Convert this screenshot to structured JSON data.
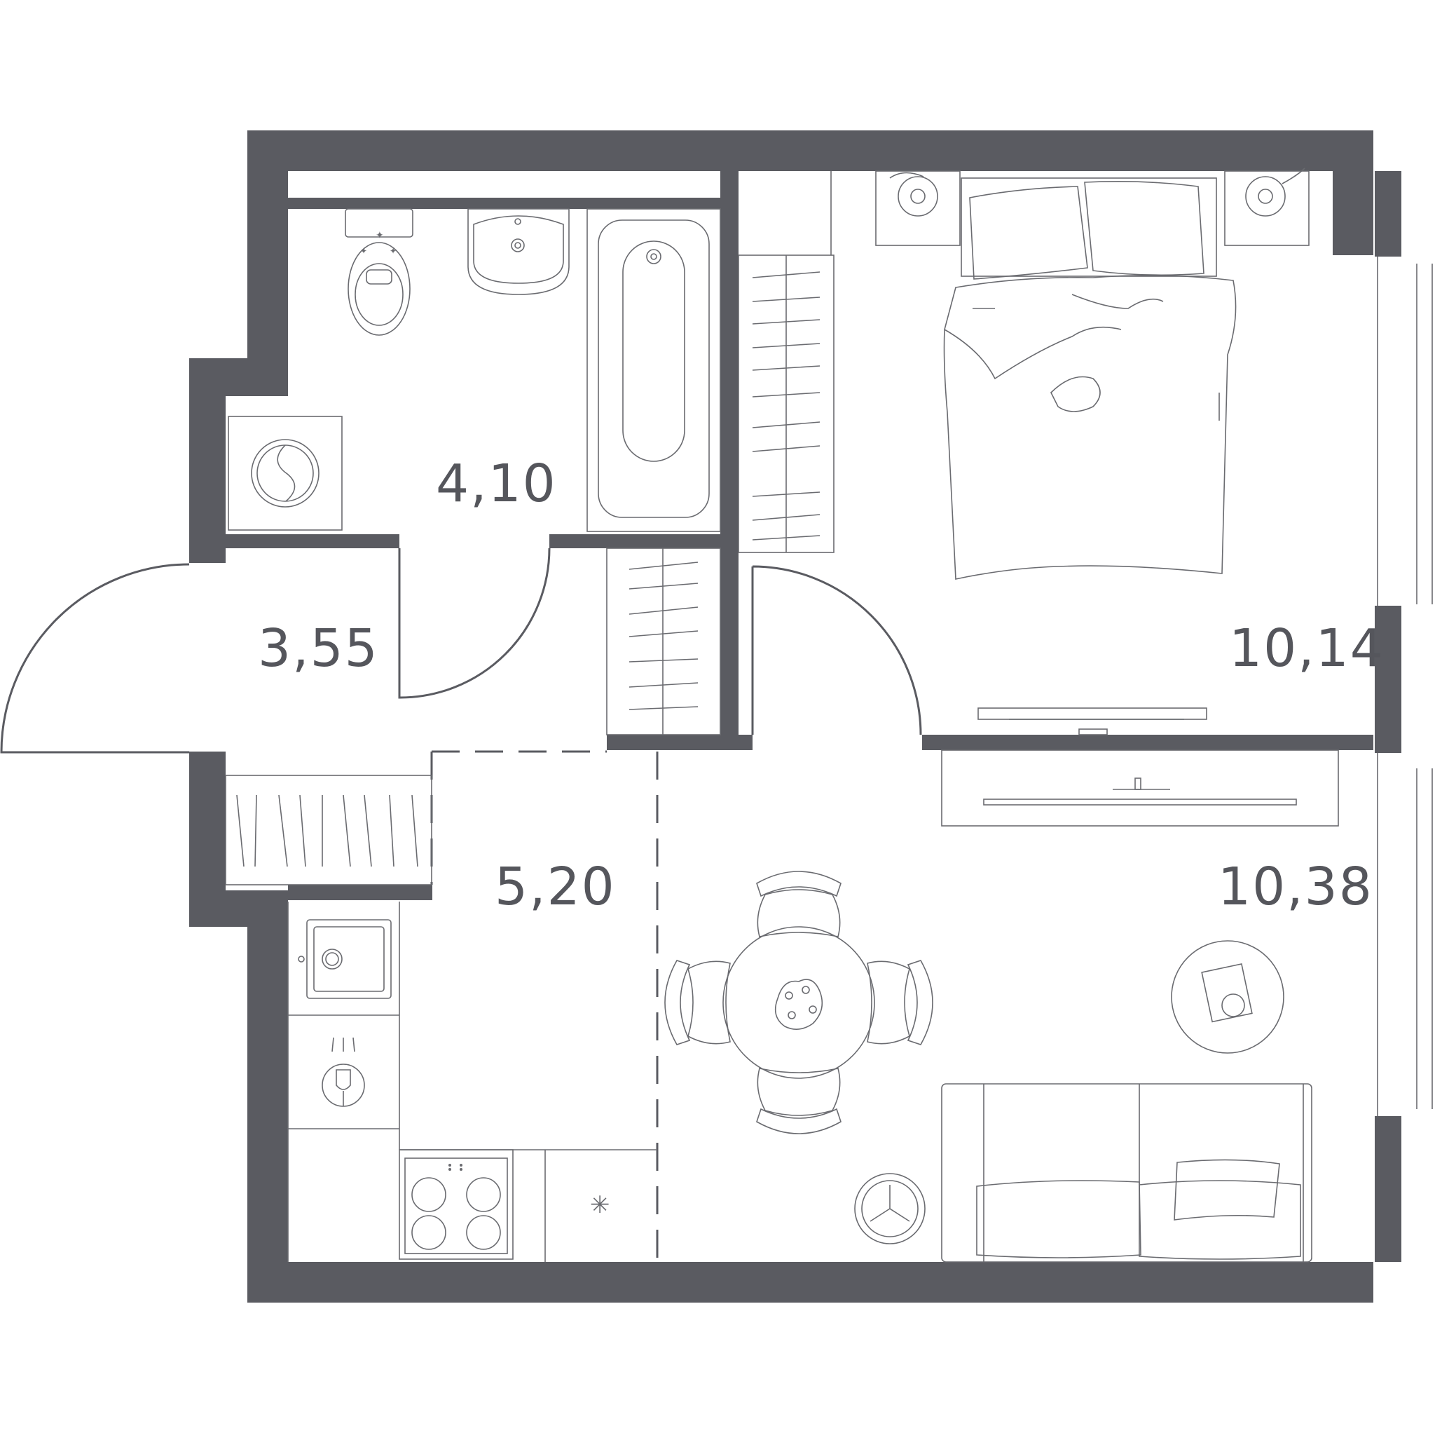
{
  "rooms": [
    {
      "id": "bathroom",
      "area": "4,10"
    },
    {
      "id": "hallway",
      "area": "3,55"
    },
    {
      "id": "bedroom",
      "area": "10,14"
    },
    {
      "id": "kitchen",
      "area": "5,20"
    },
    {
      "id": "living",
      "area": "10,38"
    }
  ],
  "colors": {
    "wall": "#5a5b61",
    "line": "#5a5b61",
    "background": "#ffffff"
  },
  "icons": [
    "toilet-icon",
    "sink-icon",
    "bathtub-icon",
    "washing-machine-icon",
    "bed-icon",
    "nightstand-icon",
    "wardrobe-icon",
    "tv-icon",
    "dining-table-icon",
    "chair-icon",
    "sofa-icon",
    "coffee-table-icon",
    "stove-icon",
    "kitchen-sink-icon",
    "dishwasher-icon",
    "fridge-icon",
    "robot-vacuum-icon"
  ]
}
